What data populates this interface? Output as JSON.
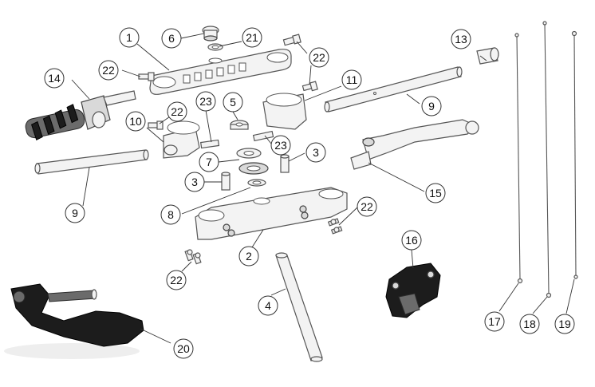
{
  "callouts": [
    {
      "id": "c1",
      "label": "1"
    },
    {
      "id": "c2",
      "label": "2"
    },
    {
      "id": "c3a",
      "label": "3"
    },
    {
      "id": "c3b",
      "label": "3"
    },
    {
      "id": "c4",
      "label": "4"
    },
    {
      "id": "c5",
      "label": "5"
    },
    {
      "id": "c6",
      "label": "6"
    },
    {
      "id": "c7",
      "label": "7"
    },
    {
      "id": "c8",
      "label": "8"
    },
    {
      "id": "c9a",
      "label": "9"
    },
    {
      "id": "c9b",
      "label": "9"
    },
    {
      "id": "c10",
      "label": "10"
    },
    {
      "id": "c11",
      "label": "11"
    },
    {
      "id": "c13",
      "label": "13"
    },
    {
      "id": "c14",
      "label": "14"
    },
    {
      "id": "c15",
      "label": "15"
    },
    {
      "id": "c16",
      "label": "16"
    },
    {
      "id": "c17",
      "label": "17"
    },
    {
      "id": "c18",
      "label": "18"
    },
    {
      "id": "c19",
      "label": "19"
    },
    {
      "id": "c20",
      "label": "20"
    },
    {
      "id": "c21",
      "label": "21"
    },
    {
      "id": "c22a",
      "label": "22"
    },
    {
      "id": "c22b",
      "label": "22"
    },
    {
      "id": "c22c",
      "label": "22"
    },
    {
      "id": "c22d",
      "label": "22"
    },
    {
      "id": "c22e",
      "label": "22"
    },
    {
      "id": "c23a",
      "label": "23"
    },
    {
      "id": "c23b",
      "label": "23"
    }
  ]
}
